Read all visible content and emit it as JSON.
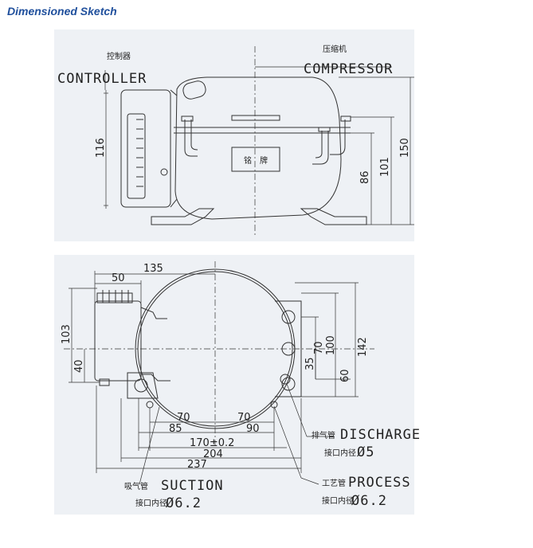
{
  "header": {
    "title": "Dimensioned Sketch"
  },
  "side_view": {
    "controller_cn": "控制器",
    "controller_label": "CONTROLLER",
    "compressor_cn": "压缩机",
    "compressor_label": "COMPRESSOR",
    "nameplate_text": "铭　牌",
    "dims": {
      "d116": "116",
      "d86": "86",
      "d101": "101",
      "d150": "150"
    }
  },
  "top_view": {
    "dims": {
      "d135": "135",
      "d50": "50",
      "d103": "103",
      "d40": "40",
      "d35": "35",
      "d70v": "70",
      "d100": "100",
      "d60": "60",
      "d142": "142",
      "d70a": "70",
      "d70b": "70",
      "d85": "85",
      "d90": "90",
      "d170": "170±0.2",
      "d204": "204",
      "d237": "237"
    },
    "discharge_cn": "排气管",
    "discharge_label": "DISCHARGE",
    "discharge_size_cn": "接口内径",
    "discharge_size": "Ø5",
    "suction_cn": "吸气管",
    "suction_label": "SUCTION",
    "suction_size_cn": "接口内径",
    "suction_size": "Ø6.2",
    "process_cn": "工艺管",
    "process_label": "PROCESS",
    "process_size_cn": "接口内径",
    "process_size": "Ø6.2"
  }
}
